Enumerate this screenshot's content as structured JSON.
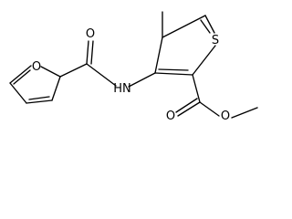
{
  "structure": {
    "atom_labels": {
      "furan_oxygen": "O",
      "amide_oxygen": "O",
      "amide_nitrogen": "HN",
      "thiophene_sulfur": "S",
      "ester_carbonyl_oxygen": "O",
      "ester_ether_oxygen": "O"
    }
  }
}
